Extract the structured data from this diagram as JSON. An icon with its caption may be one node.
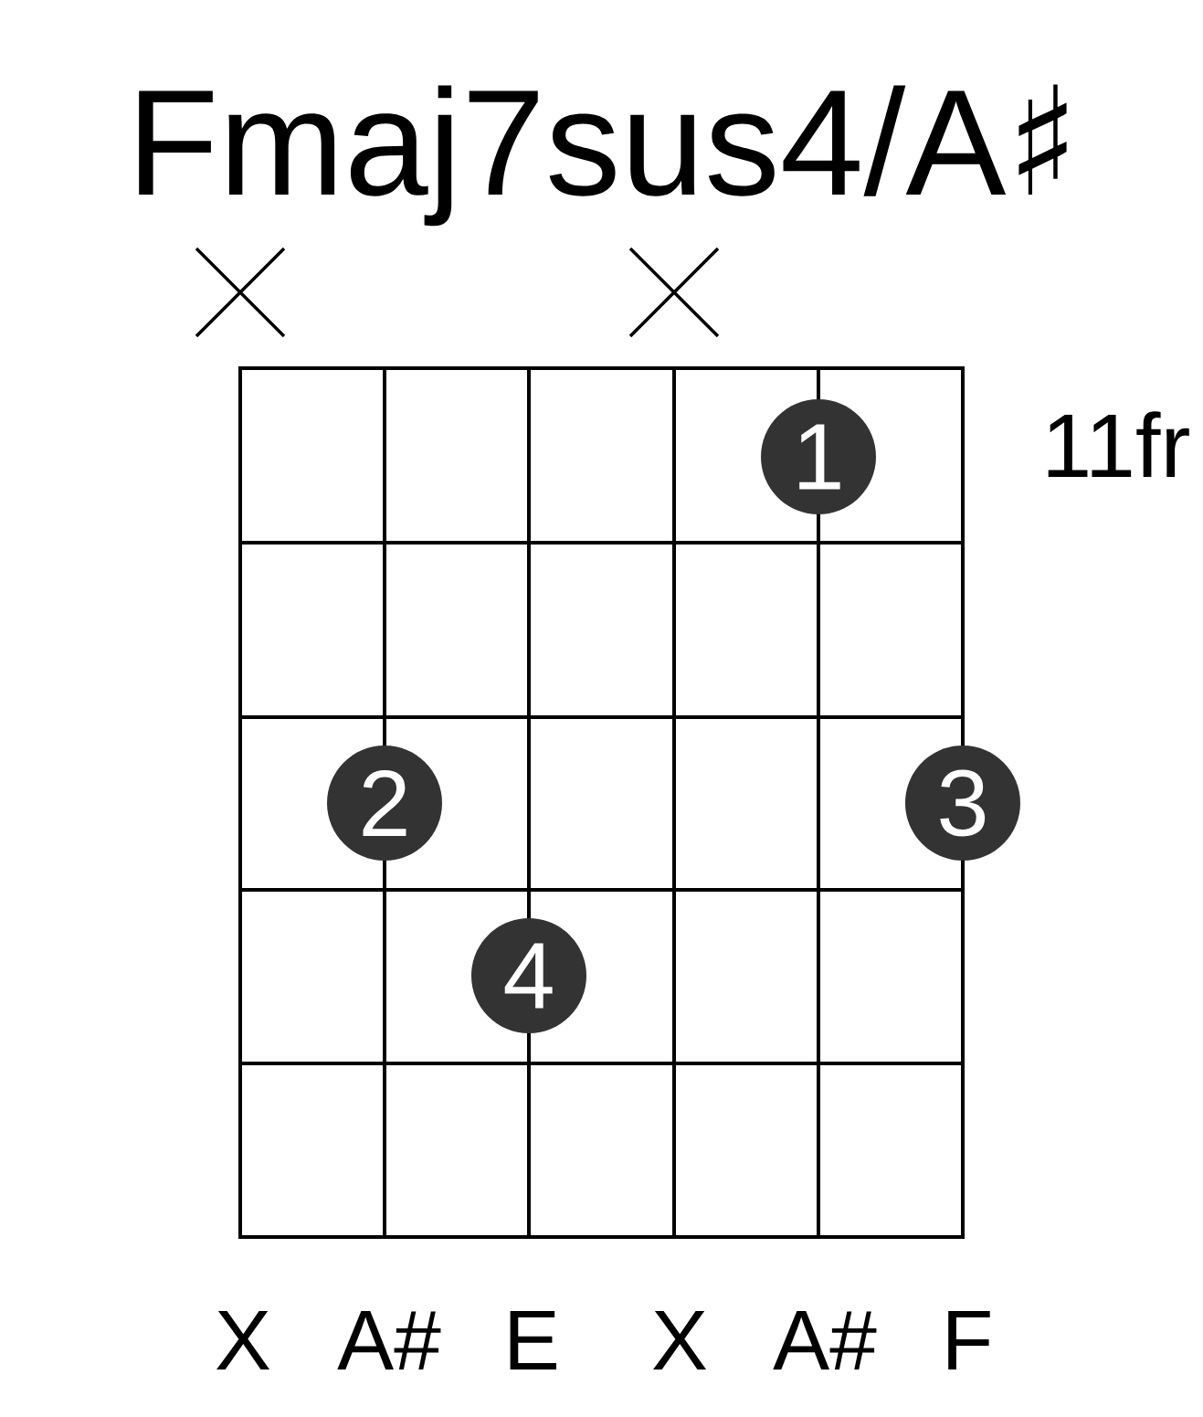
{
  "diagram": {
    "title": "Fmaj7sus4/A♯",
    "nodes": [
      {
        "text": [
          "1"
        ]
      },
      {
        "text": [
          "2"
        ]
      },
      {
        "text": [
          "3"
        ]
      },
      {
        "text": [
          "4"
        ]
      }
    ],
    "labels": [
      "11fr",
      "X",
      "A#",
      "E",
      "X",
      "A#",
      "F"
    ]
  }
}
